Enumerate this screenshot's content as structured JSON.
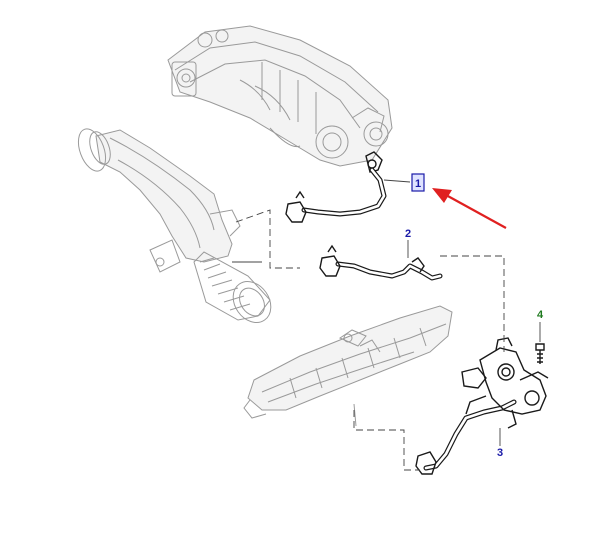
{
  "callouts": [
    {
      "id": "1",
      "text": "1",
      "color": "#1a1aa8",
      "boxed": true
    },
    {
      "id": "2",
      "text": "2",
      "color": "#1a1aa8",
      "boxed": false
    },
    {
      "id": "3",
      "text": "3",
      "color": "#1a1aa8",
      "boxed": false
    },
    {
      "id": "4",
      "text": "4",
      "color": "#1f7a1f",
      "boxed": false
    }
  ],
  "highlight": {
    "callout": "1",
    "box_fill": "#dfe3ff",
    "box_stroke": "#1a1aa8",
    "arrow_color": "#e02020"
  },
  "parts": [
    {
      "name": "intake-manifold",
      "style": "gray"
    },
    {
      "name": "air-intake-duct",
      "style": "gray"
    },
    {
      "name": "exhaust-manifold",
      "style": "gray"
    },
    {
      "name": "hose-1",
      "style": "dark"
    },
    {
      "name": "hose-2",
      "style": "dark"
    },
    {
      "name": "hose-3",
      "style": "dark"
    },
    {
      "name": "fastener-4",
      "style": "dark"
    }
  ]
}
